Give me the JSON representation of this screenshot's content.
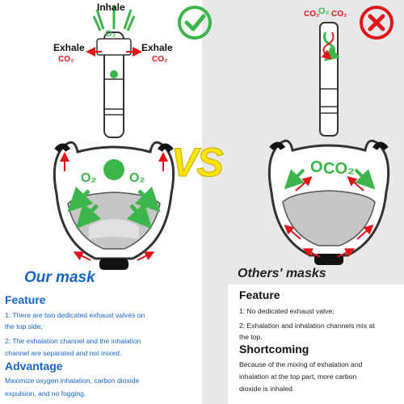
{
  "colors": {
    "ours_accent": "#1565c8",
    "arrow_green": "#3cb64a",
    "arrow_red": "#e0161a",
    "vs_yellow": "#ffe400",
    "right_bg": "#e8e8ea"
  },
  "icons": {
    "check": "check-circle-icon",
    "cross": "x-circle-icon"
  },
  "left_art": {
    "inhale": "Inhale",
    "exhale_left": "Exhale",
    "exhale_right": "Exhale",
    "co2_left": "CO₂",
    "co2_right": "CO₂",
    "o2_top": "O₂",
    "o2_a": "O₂",
    "o2_b": "O₂"
  },
  "right_art": {
    "top_co2_a": "CO₂",
    "top_o2": "O₂",
    "top_co2_b": "CO₂",
    "mix_o": "O",
    "mix_co2": "CO₂"
  },
  "vs": "VS",
  "ours": {
    "heading": "Our mask",
    "feature_title": "Feature",
    "feature_lines": [
      "1: There are two dedicated exhaust valves on",
      "the top side;",
      "2: The exhalation channel and the inhalation",
      "channel are separated and not mixed."
    ],
    "advantage_title": "Advantage",
    "advantage_lines": [
      "Maximize oxygen inhalation, carbon dioxide",
      "expulsion, and no fogging."
    ]
  },
  "others": {
    "heading": "Others' masks",
    "feature_title": "Feature",
    "feature_lines": [
      "1: No dedicated exhaust valve;",
      "2: Exhalation and inhalation channels mix at",
      "the top."
    ],
    "shortcoming_title": "Shortcoming",
    "shortcoming_lines": [
      "Because of the mixing of exhalation and",
      "inhalation at the top part, more carbon",
      "dioxide is inhaled."
    ]
  }
}
